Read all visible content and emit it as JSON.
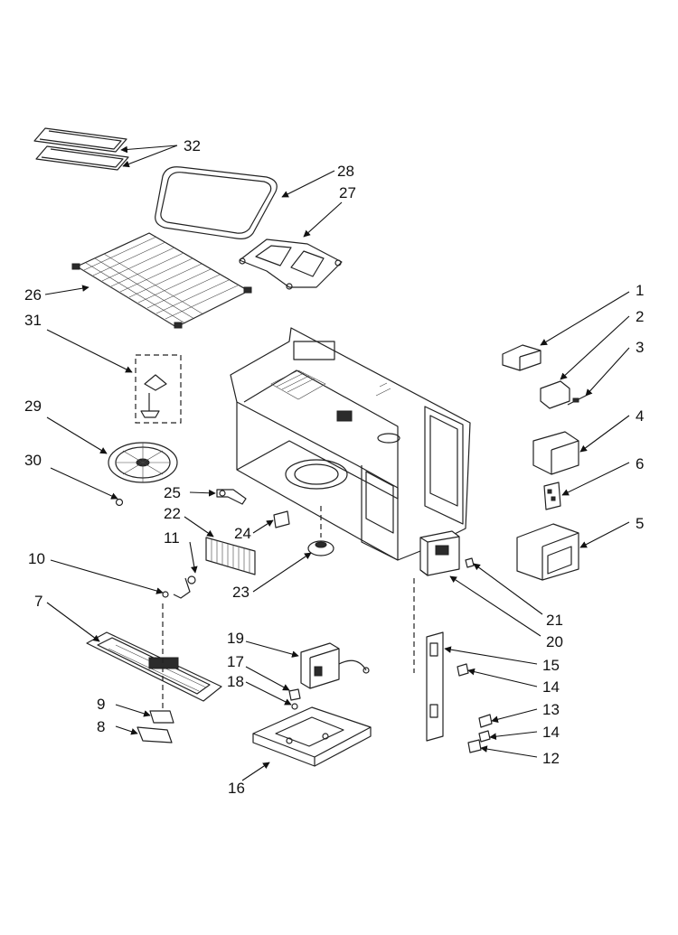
{
  "callouts": {
    "c1": "1",
    "c2": "2",
    "c3": "3",
    "c4": "4",
    "c5": "5",
    "c6": "6",
    "c7": "7",
    "c8": "8",
    "c9": "9",
    "c10": "10",
    "c11": "11",
    "c12": "12",
    "c13": "13",
    "c14a": "14",
    "c14b": "14",
    "c15": "15",
    "c16": "16",
    "c17": "17",
    "c18": "18",
    "c19": "19",
    "c20": "20",
    "c21": "21",
    "c22": "22",
    "c23": "23",
    "c24": "24",
    "c25": "25",
    "c26": "26",
    "c27": "27",
    "c28": "28",
    "c29": "29",
    "c30": "30",
    "c31": "31",
    "c32": "32"
  },
  "colors": {
    "line": "#222222",
    "text": "#111111",
    "background": "#ffffff"
  }
}
